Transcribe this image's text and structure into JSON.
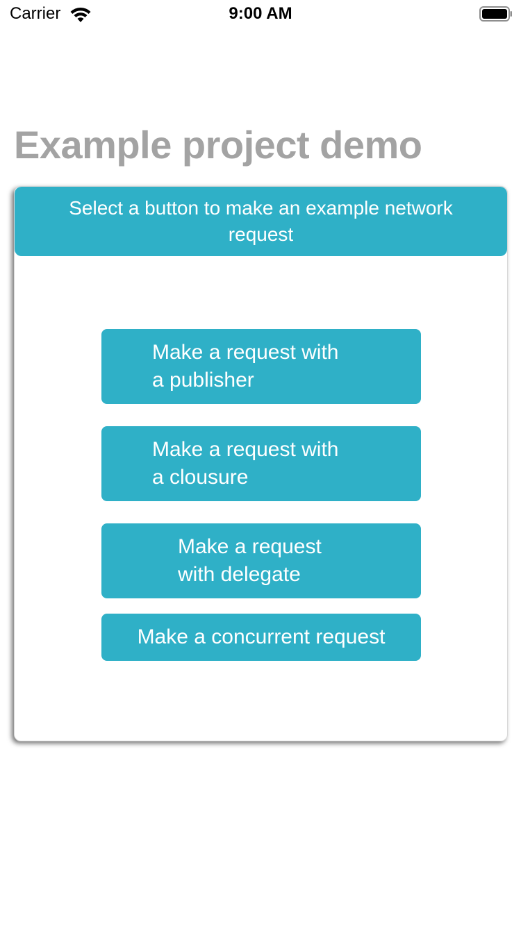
{
  "status_bar": {
    "carrier": "Carrier",
    "time": "9:00 AM",
    "wifi_icon": "wifi-icon",
    "battery_icon": "battery-icon"
  },
  "page": {
    "title": "Example project demo"
  },
  "card": {
    "header_text": "Select a button to make an example network request",
    "buttons": [
      {
        "label": "Make a request with\na publisher"
      },
      {
        "label": "Make a request with\na clousure"
      },
      {
        "label": "Make a request\nwith delegate"
      },
      {
        "label": "Make a concurrent request"
      }
    ]
  },
  "colors": {
    "accent": "#2fb0c7",
    "title_gray": "#a3a3a3",
    "background": "#ffffff"
  }
}
